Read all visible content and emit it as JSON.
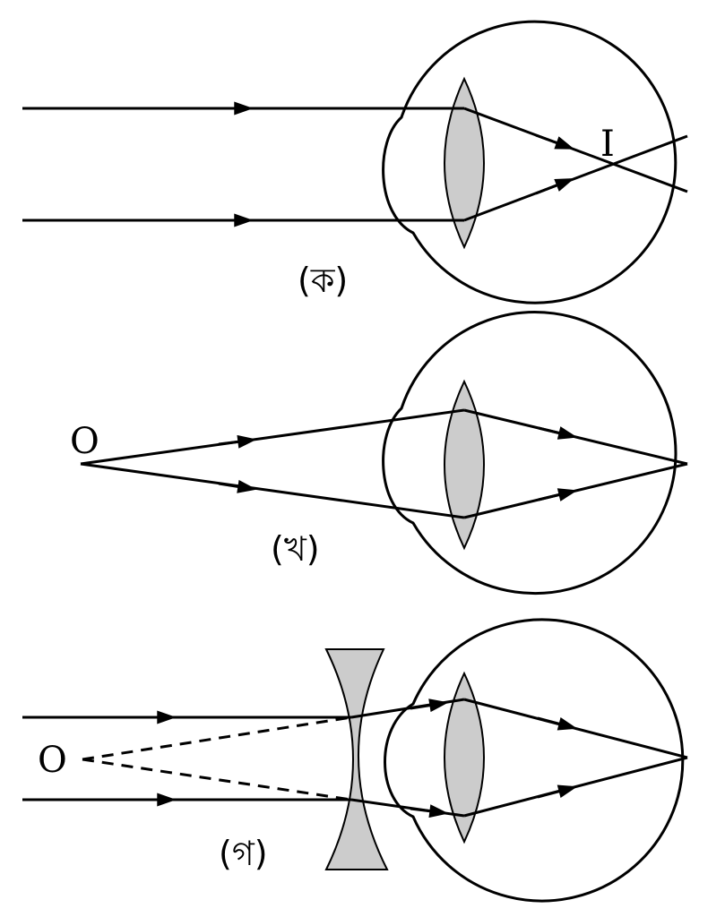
{
  "panels": [
    {
      "caption": "(ক)",
      "point_label": "I"
    },
    {
      "caption": "(খ)",
      "point_label": "O"
    },
    {
      "caption": "(গ)",
      "point_label": "O"
    }
  ]
}
